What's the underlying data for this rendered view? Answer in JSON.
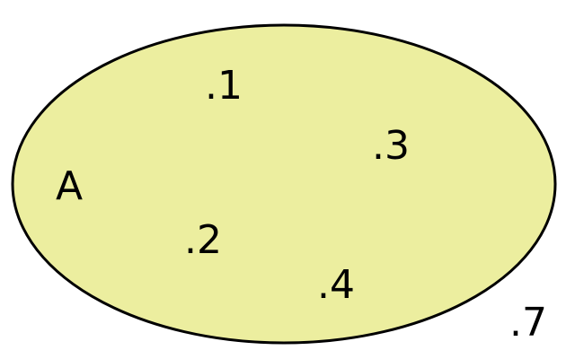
{
  "diagram": {
    "set_label": "A",
    "elements_inside": [
      ".1",
      ".3",
      ".2",
      ".4"
    ],
    "element_outside": ".7",
    "colors": {
      "set_fill": "#ecee9f",
      "set_stroke": "#000000",
      "text": "#000000",
      "background": "#ffffff"
    }
  }
}
